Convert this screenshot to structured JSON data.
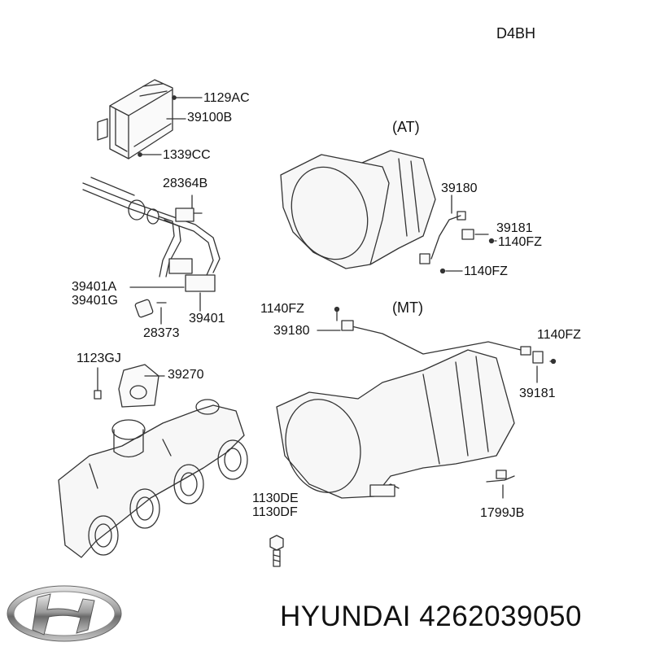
{
  "header": {
    "engine_code": "D4BH"
  },
  "sections": {
    "automatic": "(AT)",
    "manual": "(MT)"
  },
  "parts": {
    "p1129AC": "1129AC",
    "p39100B": "39100B",
    "p1339CC": "1339CC",
    "p28364B": "28364B",
    "p39401A": "39401A",
    "p39401G": "39401G",
    "p28373": "28373",
    "p39401": "39401",
    "p1123GJ": "1123GJ",
    "p39270": "39270",
    "p1130DE": "1130DE",
    "p1130DF": "1130DF",
    "at_39180": "39180",
    "at_39181": "39181",
    "at_1140FZ_a": "1140FZ",
    "at_1140FZ_b": "1140FZ",
    "mt_1140FZ_left": "1140FZ",
    "mt_39180": "39180",
    "mt_1140FZ_right": "1140FZ",
    "mt_39181": "39181",
    "p1799JB": "1799JB"
  },
  "footer": {
    "brand": "HYUNDAI",
    "part_number": "4262039050"
  }
}
